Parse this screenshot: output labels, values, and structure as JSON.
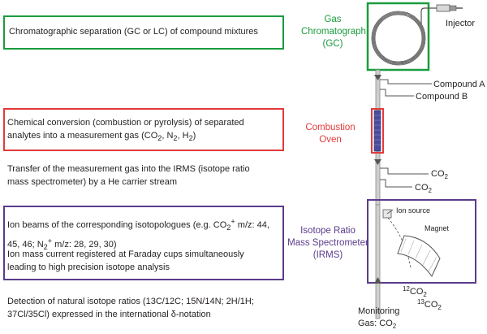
{
  "colors": {
    "gc": "#1a9c3e",
    "combustion": "#e23b3b",
    "irms": "#5b3b8c",
    "text": "#231f20",
    "tube": "#8a8a8a"
  },
  "steps": {
    "gc_separation": "Chromatographic separation (GC or LC) of compound mixtures",
    "conversion_line1": "Chemical conversion (combustion or pyrolysis) of separated",
    "conversion_line2_a": "analytes into a measurement gas (CO",
    "conversion_line2_b": ", N",
    "conversion_line2_c": ", H",
    "conversion_line2_d": ")",
    "transfer_line1": "Transfer of the measurement gas into the IRMS (isotope ratio",
    "transfer_line2": "mass spectrometer) by a He carrier stream",
    "ionbeams_line1_a": "Ion beams of the corresponding isotopologues (e.g. CO",
    "ionbeams_line1_b": " m/z: 44,",
    "ionbeams_line2_a": "45, 46; N",
    "ionbeams_line2_b": " m/z: 28, 29, 30)",
    "ioncurrent_line1": "Ion mass current registered at Faraday cups simultaneously",
    "ioncurrent_line2": "leading to high precision isotope analysis",
    "detection_line1": "Detection of natural isotope ratios (13C/12C; 15N/14N; 2H/1H;",
    "detection_line2": "37Cl/35Cl) expressed in the international δ-notation"
  },
  "labels": {
    "gc_line1": "Gas",
    "gc_line2": "Chromatograph",
    "gc_line3": "(GC)",
    "combustion_line1": "Combustion",
    "combustion_line2": "Oven",
    "irms_line1": "Isotope Ratio",
    "irms_line2": "Mass Spectrometer",
    "irms_line3": "(IRMS)"
  },
  "apparatus": {
    "injector": "Injector",
    "compound_a": "Compound A",
    "compound_b": "Compound B",
    "co2": "CO2",
    "ion_source": "Ion source",
    "magnet": "Magnet",
    "isotope_12": "12CO2",
    "isotope_13": "13CO2",
    "monitoring_line1": "Monitoring",
    "monitoring_line2": "Gas: CO2"
  }
}
